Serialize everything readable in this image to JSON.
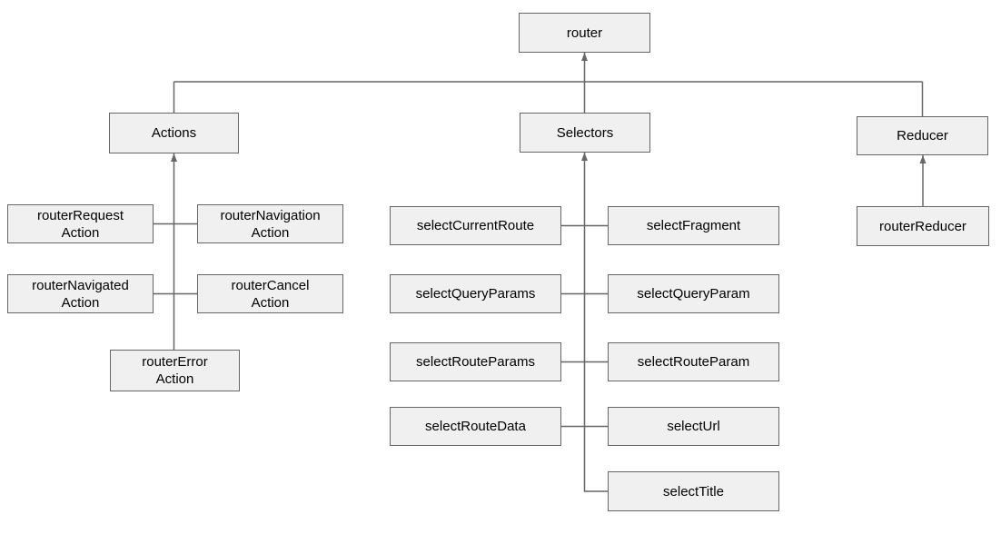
{
  "diagram": {
    "type": "hierarchy",
    "colors": {
      "background": "#ffffff",
      "node_fill": "#f0f0f0",
      "node_border": "#666666",
      "connector": "#666666",
      "arrowhead": "#666666",
      "text": "#000000"
    },
    "nodes": {
      "router": {
        "label": "router"
      },
      "actions": {
        "label": "Actions"
      },
      "selectors": {
        "label": "Selectors"
      },
      "reducer": {
        "label": "Reducer"
      },
      "routerRequestAction": {
        "label": "routerRequest\nAction"
      },
      "routerNavigationAction": {
        "label": "routerNavigation\nAction"
      },
      "routerNavigatedAction": {
        "label": "routerNavigated\nAction"
      },
      "routerCancelAction": {
        "label": "routerCancel\nAction"
      },
      "routerErrorAction": {
        "label": "routerError\nAction"
      },
      "selectCurrentRoute": {
        "label": "selectCurrentRoute"
      },
      "selectFragment": {
        "label": "selectFragment"
      },
      "selectQueryParams": {
        "label": "selectQueryParams"
      },
      "selectQueryParam": {
        "label": "selectQueryParam"
      },
      "selectRouteParams": {
        "label": "selectRouteParams"
      },
      "selectRouteParam": {
        "label": "selectRouteParam"
      },
      "selectRouteData": {
        "label": "selectRouteData"
      },
      "selectUrl": {
        "label": "selectUrl"
      },
      "selectTitle": {
        "label": "selectTitle"
      },
      "routerReducer": {
        "label": "routerReducer"
      }
    },
    "edges": [
      {
        "from": "Actions",
        "to": "router",
        "arrow": true
      },
      {
        "from": "Selectors",
        "to": "router",
        "arrow": true
      },
      {
        "from": "Reducer",
        "to": "router",
        "arrow": true
      },
      {
        "from": "routerRequestAction",
        "to": "Actions",
        "arrow": true
      },
      {
        "from": "routerNavigationAction",
        "to": "Actions",
        "arrow": true
      },
      {
        "from": "routerNavigatedAction",
        "to": "Actions",
        "arrow": true
      },
      {
        "from": "routerCancelAction",
        "to": "Actions",
        "arrow": true
      },
      {
        "from": "routerErrorAction",
        "to": "Actions",
        "arrow": true
      },
      {
        "from": "selectCurrentRoute",
        "to": "Selectors",
        "arrow": true
      },
      {
        "from": "selectFragment",
        "to": "Selectors",
        "arrow": true
      },
      {
        "from": "selectQueryParams",
        "to": "Selectors",
        "arrow": true
      },
      {
        "from": "selectQueryParam",
        "to": "Selectors",
        "arrow": true
      },
      {
        "from": "selectRouteParams",
        "to": "Selectors",
        "arrow": true
      },
      {
        "from": "selectRouteParam",
        "to": "Selectors",
        "arrow": true
      },
      {
        "from": "selectRouteData",
        "to": "Selectors",
        "arrow": true
      },
      {
        "from": "selectUrl",
        "to": "Selectors",
        "arrow": true
      },
      {
        "from": "selectTitle",
        "to": "Selectors",
        "arrow": true
      },
      {
        "from": "routerReducer",
        "to": "Reducer",
        "arrow": true
      }
    ]
  }
}
